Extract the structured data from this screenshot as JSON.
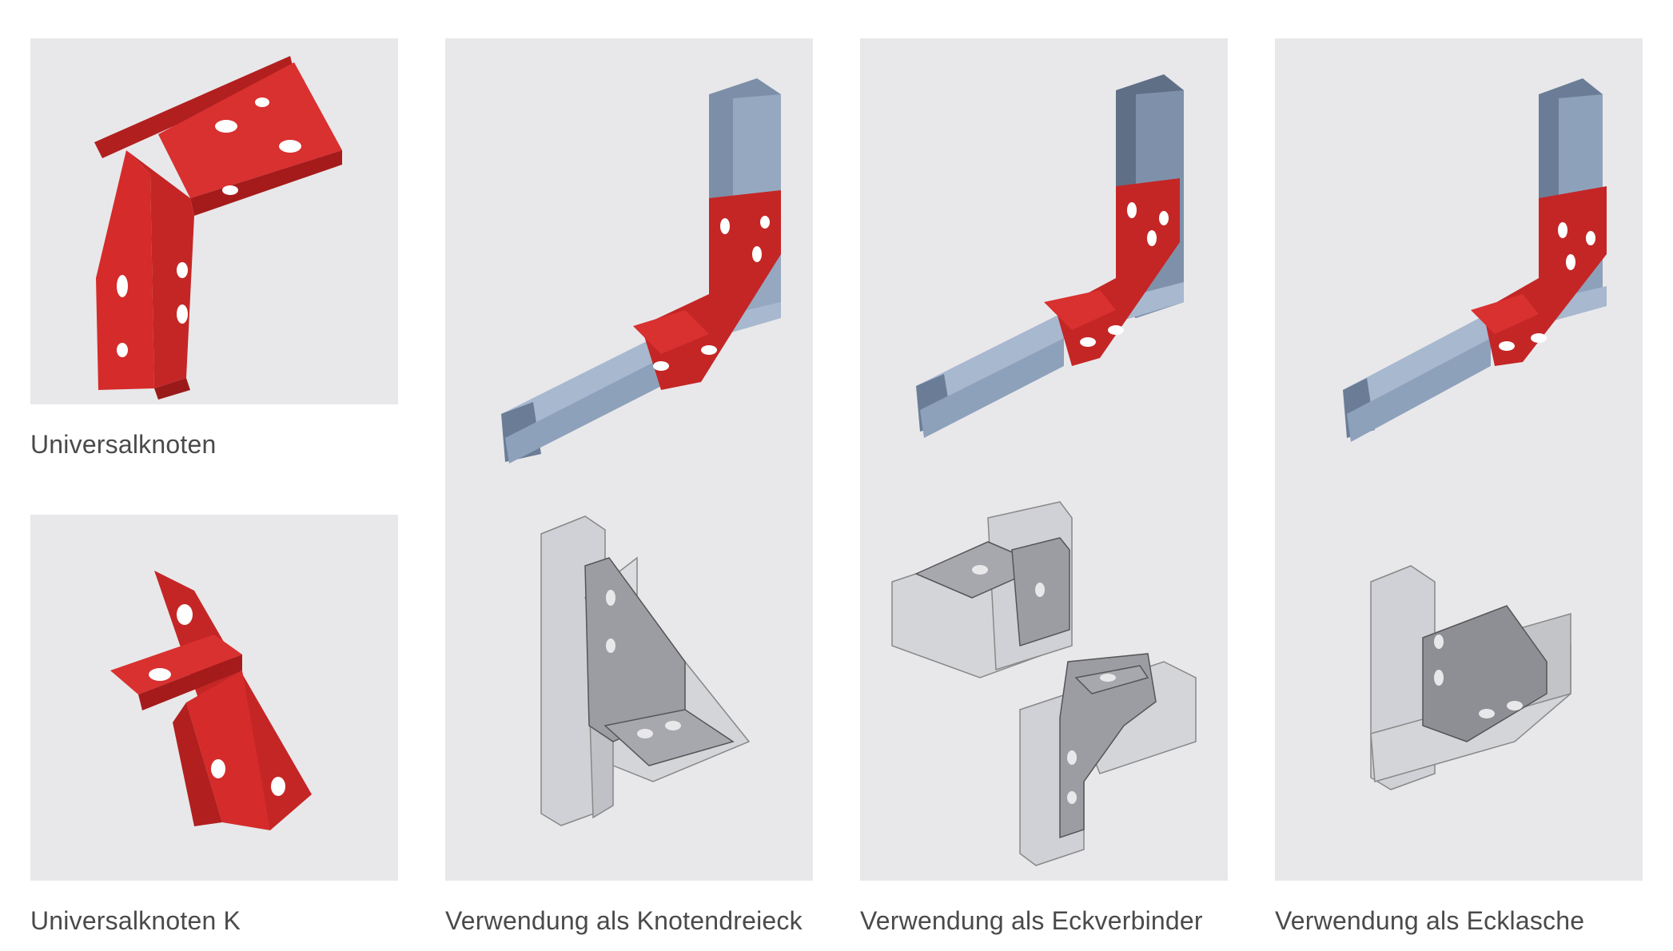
{
  "captions": {
    "universal_node": "Universalknoten",
    "universal_node_k": "Universalknoten K",
    "node_triangle": "Verwendung als Knotendreieck",
    "corner_connector": "Verwendung als Eckverbinder",
    "corner_plate": "Verwendung als Ecklasche"
  },
  "colors": {
    "panel_background": "#e8e8ea",
    "bracket_red": "#d52b2b",
    "rail_blue": "#8a9fb8",
    "rail_grey": "#c9cbd0"
  },
  "icons": {
    "universal_node": "red-angle-bracket-icon",
    "universal_node_k": "red-k-bracket-icon",
    "node_triangle": "rail-corner-bracket-icon",
    "corner_connector": "rail-corner-connector-icon",
    "corner_plate": "rail-corner-plate-icon"
  }
}
